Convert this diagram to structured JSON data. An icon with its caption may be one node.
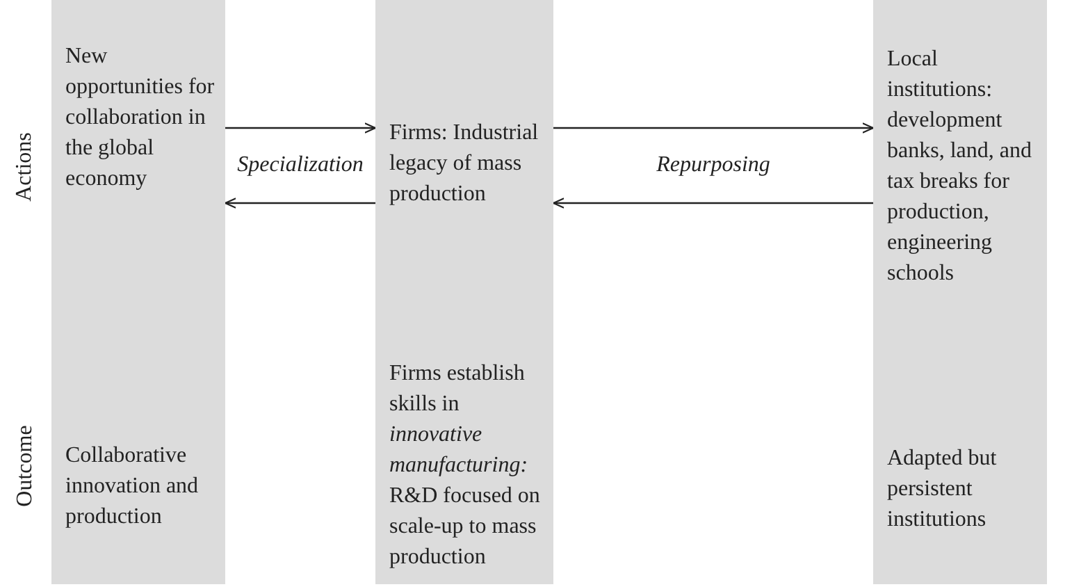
{
  "diagram": {
    "nodes": [
      {
        "text": [
          "New opportunities for collaboration in the global economy",
          "Collaborative innovation and production"
        ]
      },
      {
        "text": [
          "Firms: Industrial legacy of mass production",
          "Firms establish skills in *innovative manufacturing:* R&D focused on scale-up to mass production"
        ]
      },
      {
        "text": [
          "Local institutions: development banks, land, and tax breaks for production, engineering schools",
          "Adapted but persistent institutions"
        ]
      }
    ],
    "edges": [
      {
        "from": 0,
        "to": 1,
        "arrow": "to",
        "label": "Specialization"
      },
      {
        "from": 1,
        "to": 0,
        "arrow": "to"
      },
      {
        "from": 1,
        "to": 2,
        "arrow": "to",
        "label": "Repurposing"
      },
      {
        "from": 2,
        "to": 1,
        "arrow": "to"
      }
    ],
    "labels": [
      "Actions",
      "Outcome"
    ]
  }
}
